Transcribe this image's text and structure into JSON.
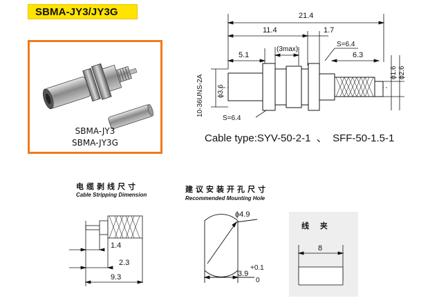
{
  "header": {
    "title": "SBMA-JY3/JY3G"
  },
  "product": {
    "model_1": "SBMA-JY3",
    "model_2": "SBMA-JY3G"
  },
  "main_drawing": {
    "overall_length": "21.4",
    "body_length": "11.4",
    "nut_gap": "1.7",
    "front_length": "5.1",
    "panel_max": "(3max)",
    "hex_top": "S=6.4",
    "rear_length": "6.3",
    "hex_bottom": "S=6.4",
    "thread": "10-36UNS-2A",
    "pin_dia": "ϕ3.6",
    "cable_dia_1": "ϕ1.6",
    "cable_dia_2": "ϕ2.6"
  },
  "cable_type": "Cable type:SYV-50-2-1  、  SFF-50-1.5-1",
  "stripping": {
    "title_cn": "电缆剥线尺寸",
    "title_en": "Cable Stripping Dimension",
    "dim_1": "1.4",
    "dim_2": "2.3",
    "dim_3": "9.3"
  },
  "mounting": {
    "title_cn": "建议安装开孔尺寸",
    "title_en": "Recommended Mounting Hole",
    "diameter": "ϕ4.9",
    "flat": "3.9",
    "tol_upper": "+0.1",
    "tol_lower": "0"
  },
  "clip": {
    "title_cn": "线 夹",
    "length": "8"
  },
  "colors": {
    "badge": "#ffe400",
    "frame": "#f07a1c",
    "panel": "#eeeeee"
  }
}
